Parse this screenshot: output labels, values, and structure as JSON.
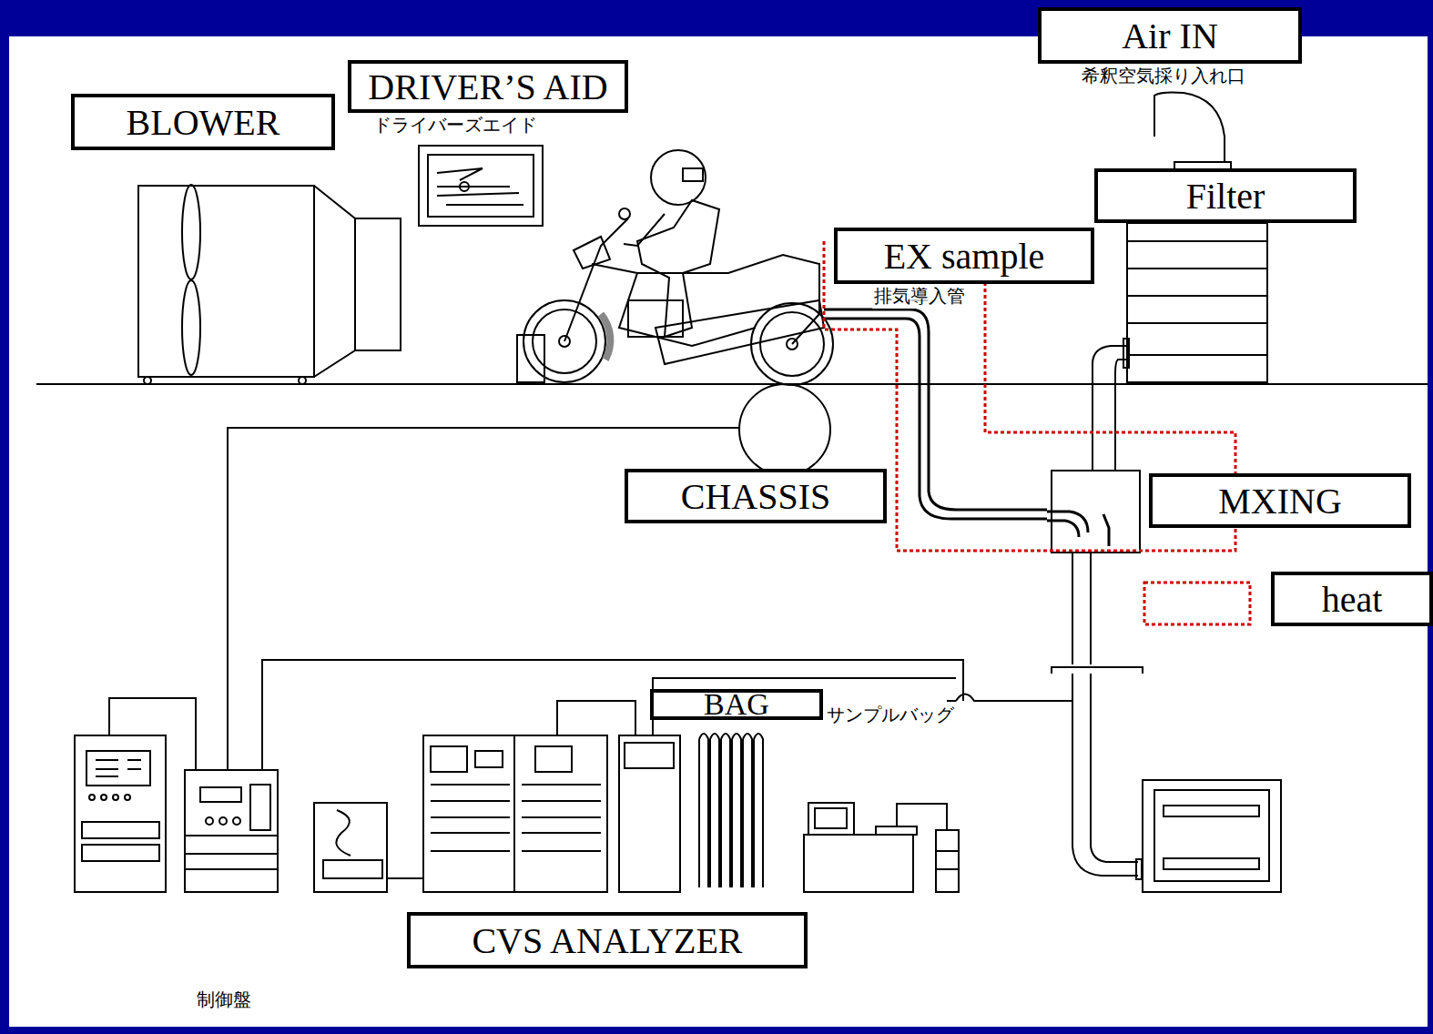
{
  "diagram": {
    "nodes": [
      {
        "text": [
          "Air  IN"
        ]
      },
      {
        "text": [
          "BLOWER"
        ]
      },
      {
        "text": [
          "DRIVER’S AID"
        ]
      },
      {
        "text": [
          "Filter"
        ]
      },
      {
        "text": [
          "EX   sample"
        ]
      },
      {
        "text": [
          "CHASSIS"
        ]
      },
      {
        "text": [
          "MXING"
        ]
      },
      {
        "text": [
          "heat"
        ]
      },
      {
        "text": [
          "BAG"
        ]
      },
      {
        "text": [
          "CVS   ANALYZER"
        ]
      }
    ],
    "labels": [
      "希釈空気採り入れ口",
      "ドライバーズエイド",
      "排気導入管",
      "サンプルバッグ",
      "制御盤"
    ]
  }
}
